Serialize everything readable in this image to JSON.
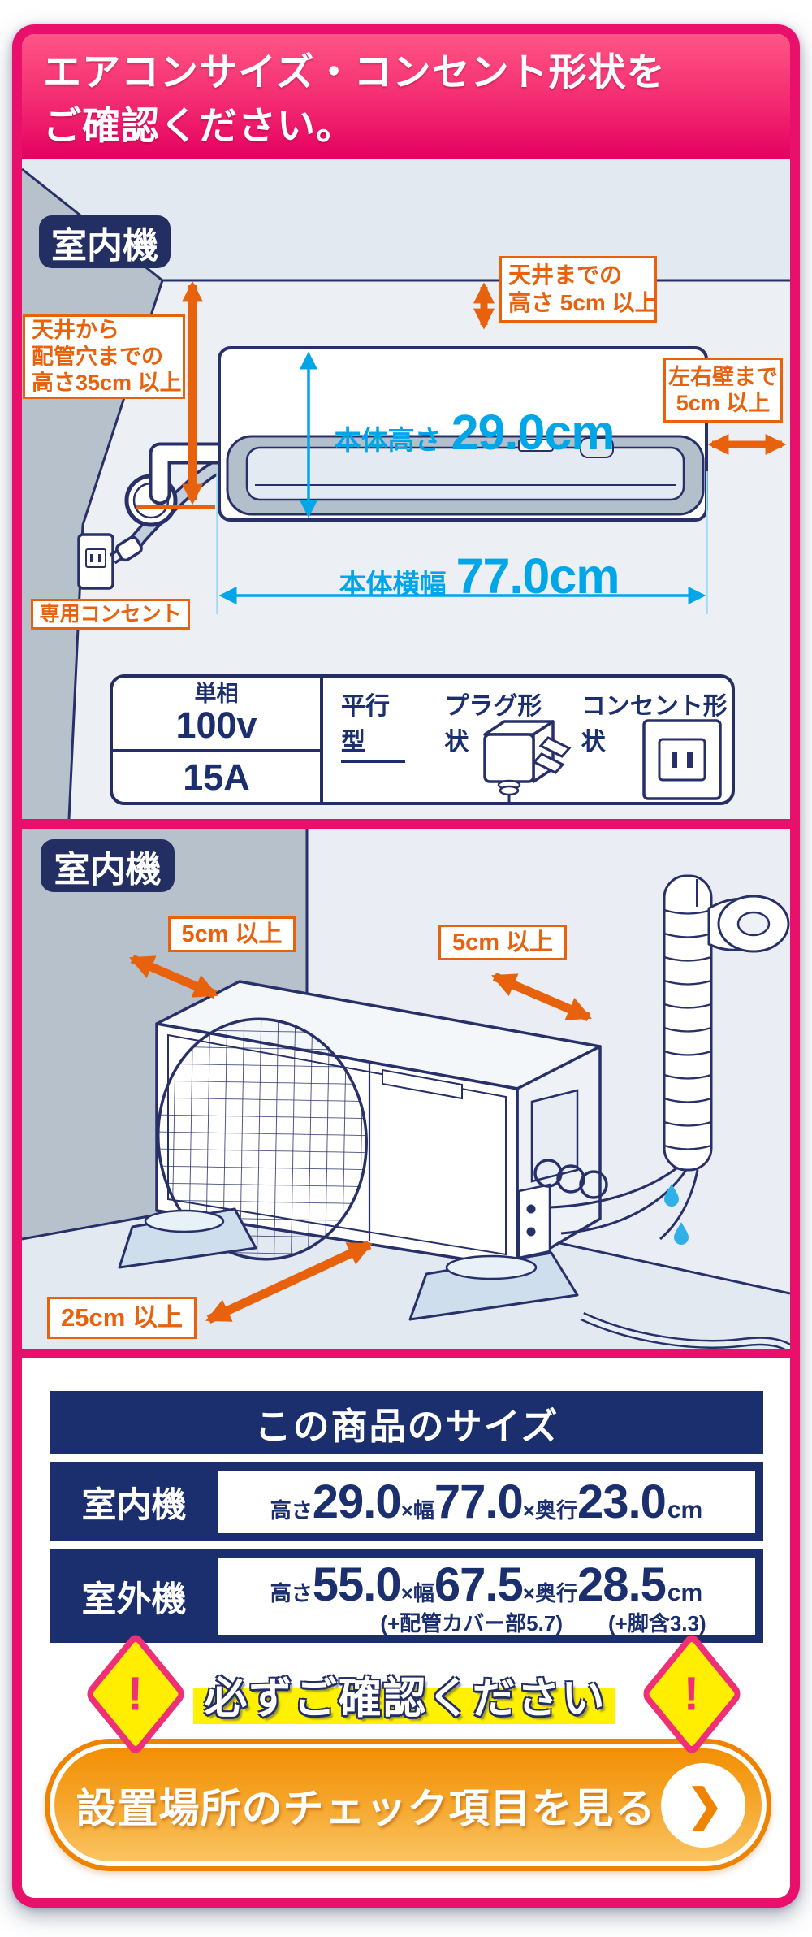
{
  "header": {
    "line1": "エアコンサイズ・コンセント形状を",
    "line2": "ご確認ください。"
  },
  "indoor": {
    "badge": "室内機",
    "labels": {
      "ceiling_pipe_1": "天井から",
      "ceiling_pipe_2": "配管穴までの",
      "ceiling_pipe_3": "高さ35cm 以上",
      "ceiling_1": "天井までの",
      "ceiling_2": "高さ 5cm 以上",
      "side_wall_1": "左右壁まで",
      "side_wall_2": "5cm 以上",
      "outlet": "専用コンセント"
    },
    "height": {
      "label": "本体高さ",
      "value": "29.0cm"
    },
    "width": {
      "label": "本体横幅",
      "value": "77.0cm"
    },
    "spec": {
      "phase": "単相",
      "voltage": "100v",
      "amperage": "15A",
      "plug_type": "平行型",
      "plug_shape": "プラグ形状",
      "outlet_shape": "コンセント形状"
    }
  },
  "outdoor": {
    "badge": "室内機",
    "labels": {
      "left_clearance": "5cm 以上",
      "back_clearance": "5cm 以上",
      "front_clearance": "25cm 以上"
    }
  },
  "size_table": {
    "title": "この商品のサイズ",
    "rows": [
      {
        "name": "室内機",
        "h_label": "高さ",
        "h": "29.0",
        "w_label": "×幅",
        "w": "77.0",
        "d_label": "×奥行",
        "d": "23.0",
        "unit": "cm",
        "note1": "",
        "note2": ""
      },
      {
        "name": "室外機",
        "h_label": "高さ",
        "h": "55.0",
        "w_label": "×幅",
        "w": "67.5",
        "d_label": "×奥行",
        "d": "28.5",
        "unit": "cm",
        "note1": "(+配管カバー部5.7)",
        "note2": "(+脚含3.3)"
      }
    ]
  },
  "warning": {
    "text": "必ずご確認ください",
    "mark": "!"
  },
  "cta": {
    "label": "設置場所のチェック項目を見る",
    "chevron": "❯"
  },
  "colors": {
    "pink": "#e9106b",
    "navy": "#232e63",
    "orange": "#e8610c",
    "cyan": "#00a6e8",
    "yellow": "#fff100",
    "button_orange": "#f08300"
  }
}
